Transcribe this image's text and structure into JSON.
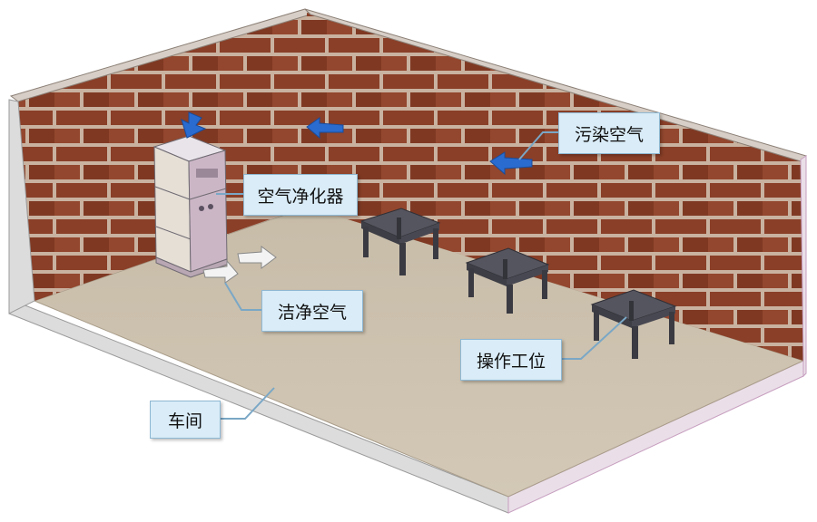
{
  "labels": {
    "polluted_air": "污染空气",
    "air_purifier": "空气净化器",
    "clean_air": "洁净空气",
    "workstation": "操作工位",
    "workshop": "车间"
  },
  "colors": {
    "brick": "#8a3f28",
    "mortar": "#c9b2a0",
    "floor": "#ccc1ae",
    "floor_edge": "#eadfe8",
    "table": "#4b4b55",
    "callout_fill": "#d9ecf7",
    "callout_border": "#8fb8d3",
    "arrow_polluted": "#2a6bd0",
    "arrow_clean": "#f2f2f2",
    "leader_line": "#7aa7c6"
  },
  "icons": {
    "purifier": "air-purifier-cabinet-icon",
    "polluted_arrow": "arrow-left-icon",
    "intake_arrow": "arrow-down-icon",
    "clean_arrow": "arrow-right-icon"
  }
}
